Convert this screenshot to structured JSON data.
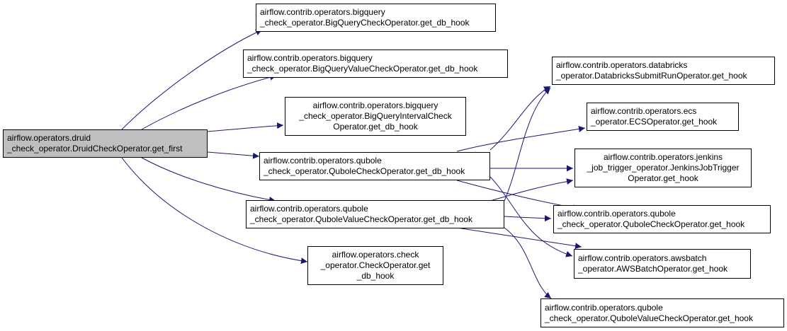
{
  "colors": {
    "edge": "#191970",
    "node_border": "#000000",
    "node_fill": "#ffffff",
    "root_fill": "#bfbfbf"
  },
  "nodes": {
    "root": {
      "lines": [
        "airflow.operators.druid",
        "_check_operator.DruidCheckOperator.get_first"
      ]
    },
    "bq_check": {
      "lines": [
        "airflow.contrib.operators.bigquery",
        "_check_operator.BigQueryCheckOperator.get_db_hook"
      ]
    },
    "bq_value": {
      "lines": [
        "airflow.contrib.operators.bigquery",
        "_check_operator.BigQueryValueCheckOperator.get_db_hook"
      ]
    },
    "bq_interval": {
      "lines": [
        "airflow.contrib.operators.bigquery",
        "_check_operator.BigQueryIntervalCheck",
        "Operator.get_db_hook"
      ]
    },
    "qubole_check_db": {
      "lines": [
        "airflow.contrib.operators.qubole",
        "_check_operator.QuboleCheckOperator.get_db_hook"
      ]
    },
    "qubole_value_db": {
      "lines": [
        "airflow.contrib.operators.qubole",
        "_check_operator.QuboleValueCheckOperator.get_db_hook"
      ]
    },
    "check_op": {
      "lines": [
        "airflow.operators.check",
        "_operator.CheckOperator.get",
        "_db_hook"
      ]
    },
    "databricks": {
      "lines": [
        "airflow.contrib.operators.databricks",
        "_operator.DatabricksSubmitRunOperator.get_hook"
      ]
    },
    "ecs": {
      "lines": [
        "airflow.contrib.operators.ecs",
        "_operator.ECSOperator.get_hook"
      ]
    },
    "jenkins": {
      "lines": [
        "airflow.contrib.operators.jenkins",
        "_job_trigger_operator.JenkinsJobTrigger",
        "Operator.get_hook"
      ]
    },
    "qubole_check_hook": {
      "lines": [
        "airflow.contrib.operators.qubole",
        "_check_operator.QuboleCheckOperator.get_hook"
      ]
    },
    "awsbatch": {
      "lines": [
        "airflow.contrib.operators.awsbatch",
        "_operator.AWSBatchOperator.get_hook"
      ]
    },
    "qubole_value_hook": {
      "lines": [
        "airflow.contrib.operators.qubole",
        "_check_operator.QuboleValueCheckOperator.get_hook"
      ]
    }
  },
  "edges": [
    [
      "root",
      "bq_check"
    ],
    [
      "root",
      "bq_value"
    ],
    [
      "root",
      "bq_interval"
    ],
    [
      "root",
      "qubole_check_db"
    ],
    [
      "root",
      "qubole_value_db"
    ],
    [
      "root",
      "check_op"
    ],
    [
      "qubole_check_db",
      "databricks"
    ],
    [
      "qubole_check_db",
      "ecs"
    ],
    [
      "qubole_check_db",
      "jenkins"
    ],
    [
      "qubole_check_db",
      "qubole_check_hook"
    ],
    [
      "qubole_check_db",
      "awsbatch"
    ],
    [
      "qubole_value_db",
      "databricks"
    ],
    [
      "qubole_value_db",
      "jenkins"
    ],
    [
      "qubole_value_db",
      "qubole_check_hook"
    ],
    [
      "qubole_value_db",
      "awsbatch"
    ],
    [
      "qubole_value_db",
      "qubole_value_hook"
    ]
  ]
}
